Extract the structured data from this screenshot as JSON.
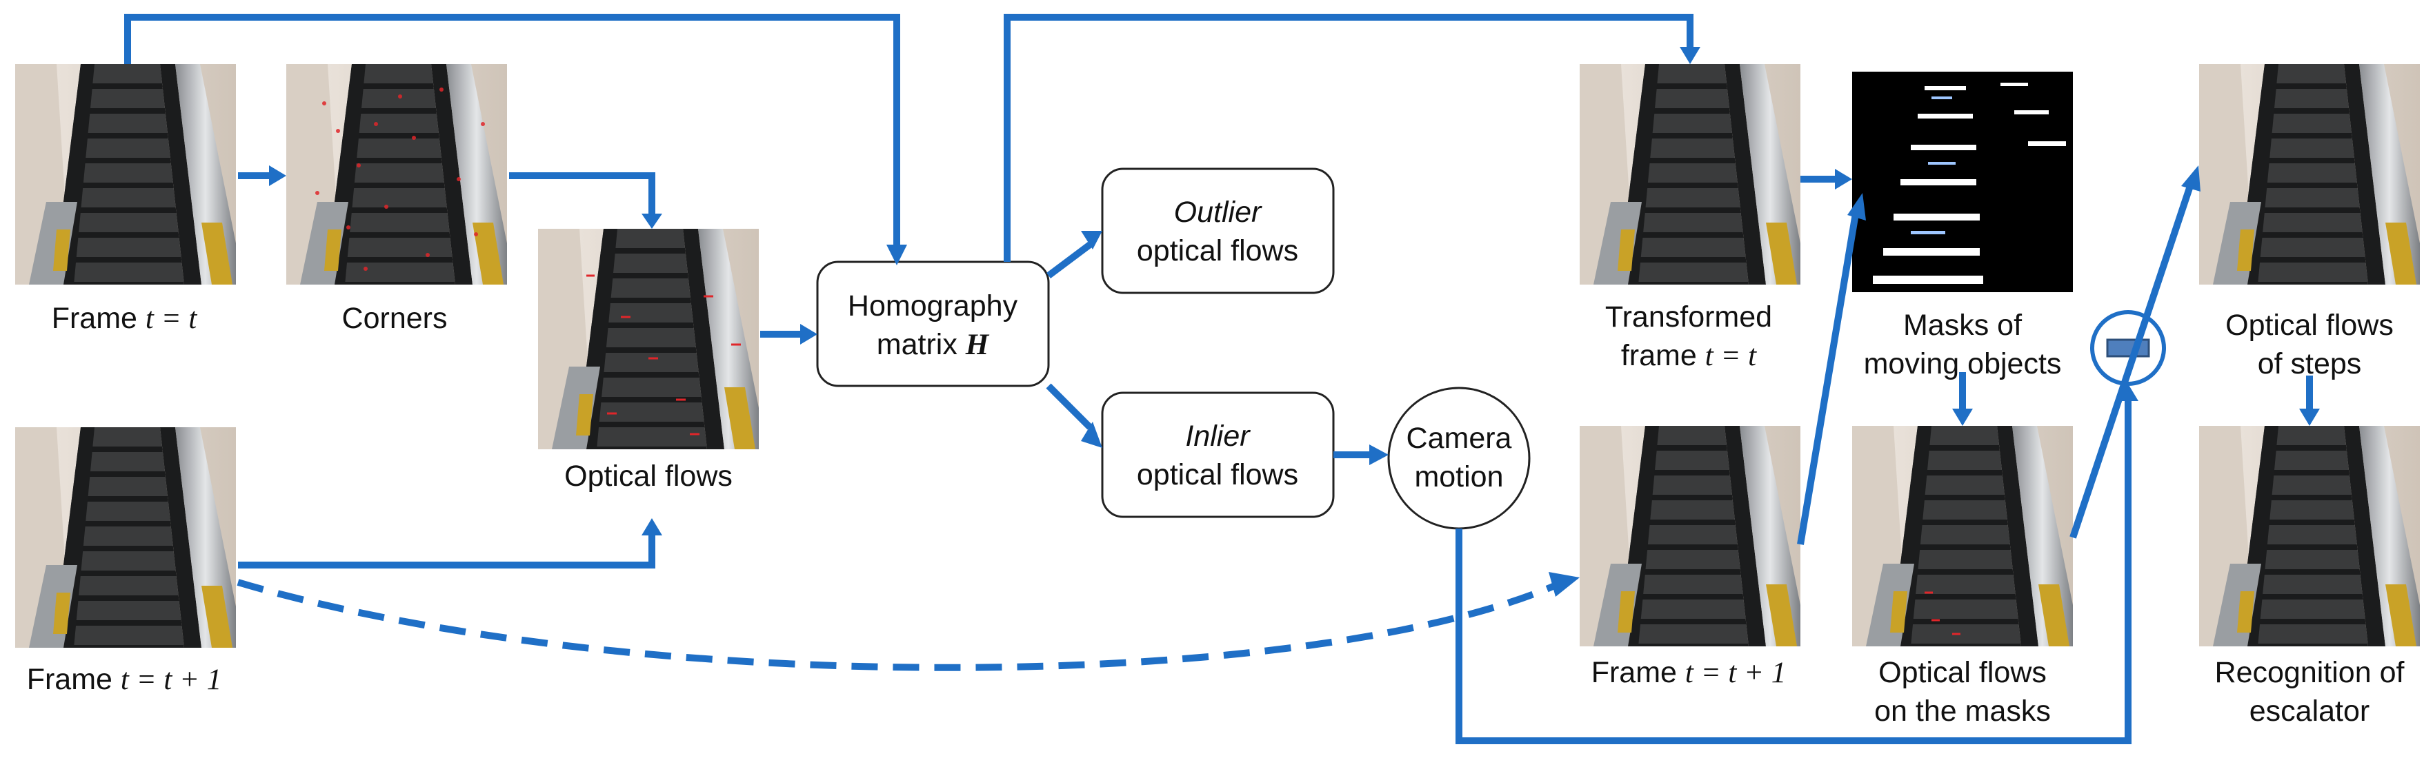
{
  "colors": {
    "arrow": "#1f6fc6",
    "box_stroke": "#222222",
    "minus_fill": "#4f7fbd"
  },
  "icons": {
    "minus": "minus-operator-circle"
  },
  "labels": {
    "frame_t_prefix": "Frame ",
    "frame_t_math": "t = t",
    "corners": "Corners",
    "optical_flows": "Optical flows",
    "frame_t1_prefix": "Frame ",
    "frame_t1_math": "t = t + 1",
    "homography_line1": "Homography",
    "homography_line2_prefix": "matrix ",
    "homography_symbol": "H",
    "outlier_word": "Outlier",
    "outlier_rest": "optical flows",
    "inlier_word": "Inlier",
    "inlier_rest": "optical flows",
    "camera_line1": "Camera",
    "camera_line2": "motion",
    "transformed_line1": "Transformed",
    "transformed_line2_prefix": "frame ",
    "transformed_math": "t = t",
    "frame_r_prefix": "Frame ",
    "frame_r_math": "t = t + 1",
    "masks_line1": "Masks of",
    "masks_line2": "moving objects",
    "masked_flows_line1": "Optical flows",
    "masked_flows_line2": "on the masks",
    "steps_line1": "Optical flows",
    "steps_line2": "of steps",
    "recognition_line1": "Recognition of",
    "recognition_line2": "escalator"
  }
}
